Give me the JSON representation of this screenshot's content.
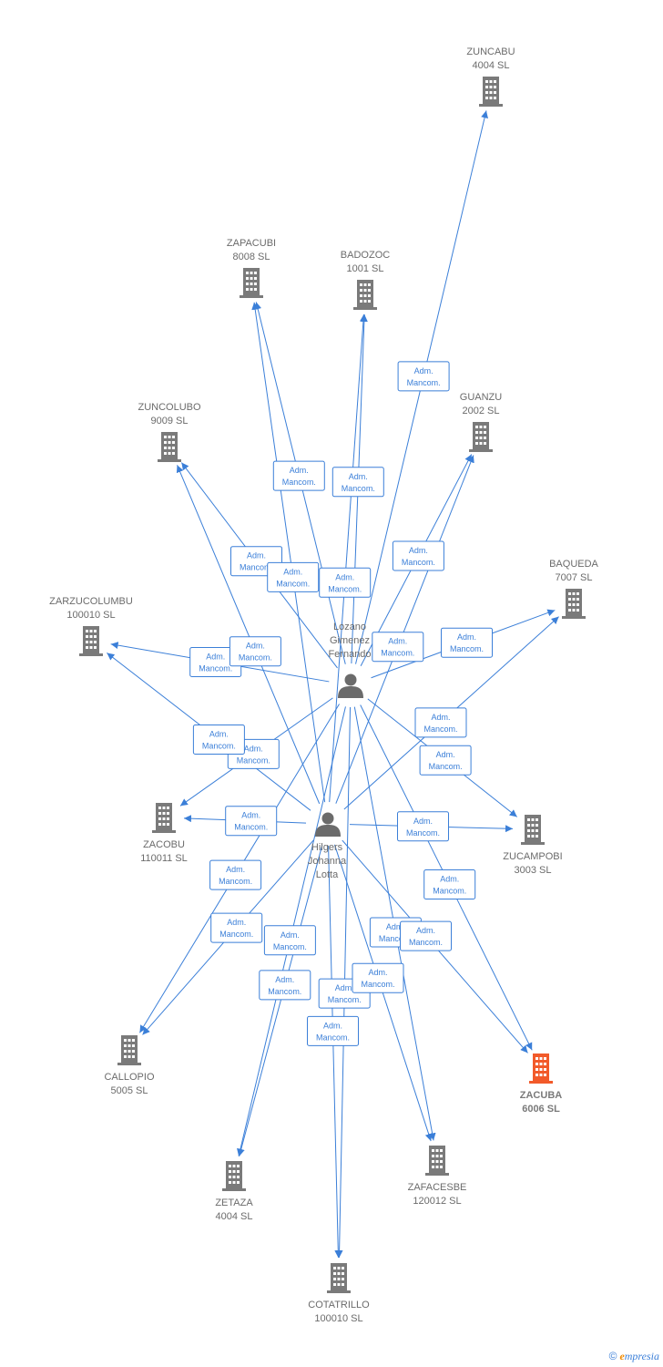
{
  "colors": {
    "edge": "#3b7fd8",
    "company": "#7a7a7a",
    "highlight": "#f25a2a",
    "person": "#6b6b6b"
  },
  "persons": [
    {
      "id": "lozano",
      "lines": [
        "Lozano",
        "Gimenez",
        "Fernando"
      ]
    },
    {
      "id": "hilgers",
      "lines": [
        "Hilgers",
        "Johanna",
        "Lotta"
      ]
    }
  ],
  "companies": [
    {
      "id": "zuncabu",
      "lines": [
        "ZUNCABU",
        "4004 SL"
      ]
    },
    {
      "id": "zapacubi",
      "lines": [
        "ZAPACUBI",
        "8008 SL"
      ]
    },
    {
      "id": "badozoc",
      "lines": [
        "BADOZOC",
        "1001 SL"
      ]
    },
    {
      "id": "guanzu",
      "lines": [
        "GUANZU",
        "2002 SL"
      ]
    },
    {
      "id": "zuncolubo",
      "lines": [
        "ZUNCOLUBO",
        "9009 SL"
      ]
    },
    {
      "id": "baqueda",
      "lines": [
        "BAQUEDA",
        "7007 SL"
      ]
    },
    {
      "id": "zarzucolumbu",
      "lines": [
        "ZARZUCOLUMBU",
        "100010 SL"
      ]
    },
    {
      "id": "zacobu",
      "lines": [
        "ZACOBU",
        "110011 SL"
      ]
    },
    {
      "id": "zucampobi",
      "lines": [
        "ZUCAMPOBI",
        "3003 SL"
      ]
    },
    {
      "id": "callopio",
      "lines": [
        "CALLOPIO",
        "5005 SL"
      ]
    },
    {
      "id": "zacuba",
      "lines": [
        "ZACUBA",
        "6006 SL"
      ],
      "highlight": true
    },
    {
      "id": "zafacesbe",
      "lines": [
        "ZAFACESBE",
        "120012 SL"
      ]
    },
    {
      "id": "zetaza",
      "lines": [
        "ZETAZA",
        "4004 SL"
      ]
    },
    {
      "id": "cotatrillo",
      "lines": [
        "COTATRILLO",
        "100010 SL"
      ]
    }
  ],
  "edge_label": [
    "Adm.",
    "Mancom."
  ],
  "edges": [
    {
      "from": "lozano",
      "to": "zuncabu"
    },
    {
      "from": "lozano",
      "to": "zapacubi"
    },
    {
      "from": "lozano",
      "to": "badozoc"
    },
    {
      "from": "lozano",
      "to": "guanzu"
    },
    {
      "from": "lozano",
      "to": "zuncolubo"
    },
    {
      "from": "lozano",
      "to": "baqueda"
    },
    {
      "from": "lozano",
      "to": "zarzucolumbu"
    },
    {
      "from": "lozano",
      "to": "zacobu"
    },
    {
      "from": "lozano",
      "to": "zucampobi"
    },
    {
      "from": "lozano",
      "to": "callopio"
    },
    {
      "from": "lozano",
      "to": "zacuba"
    },
    {
      "from": "lozano",
      "to": "zafacesbe"
    },
    {
      "from": "lozano",
      "to": "zetaza"
    },
    {
      "from": "lozano",
      "to": "cotatrillo"
    },
    {
      "from": "hilgers",
      "to": "zapacubi"
    },
    {
      "from": "hilgers",
      "to": "badozoc"
    },
    {
      "from": "hilgers",
      "to": "guanzu"
    },
    {
      "from": "hilgers",
      "to": "zuncolubo"
    },
    {
      "from": "hilgers",
      "to": "baqueda"
    },
    {
      "from": "hilgers",
      "to": "zarzucolumbu"
    },
    {
      "from": "hilgers",
      "to": "zacobu"
    },
    {
      "from": "hilgers",
      "to": "zucampobi"
    },
    {
      "from": "hilgers",
      "to": "callopio"
    },
    {
      "from": "hilgers",
      "to": "zacuba"
    },
    {
      "from": "hilgers",
      "to": "zafacesbe"
    },
    {
      "from": "hilgers",
      "to": "zetaza"
    },
    {
      "from": "hilgers",
      "to": "cotatrillo"
    }
  ],
  "footer": {
    "copyright": "©",
    "brand_initial": "e",
    "brand_rest": "mpresia"
  }
}
